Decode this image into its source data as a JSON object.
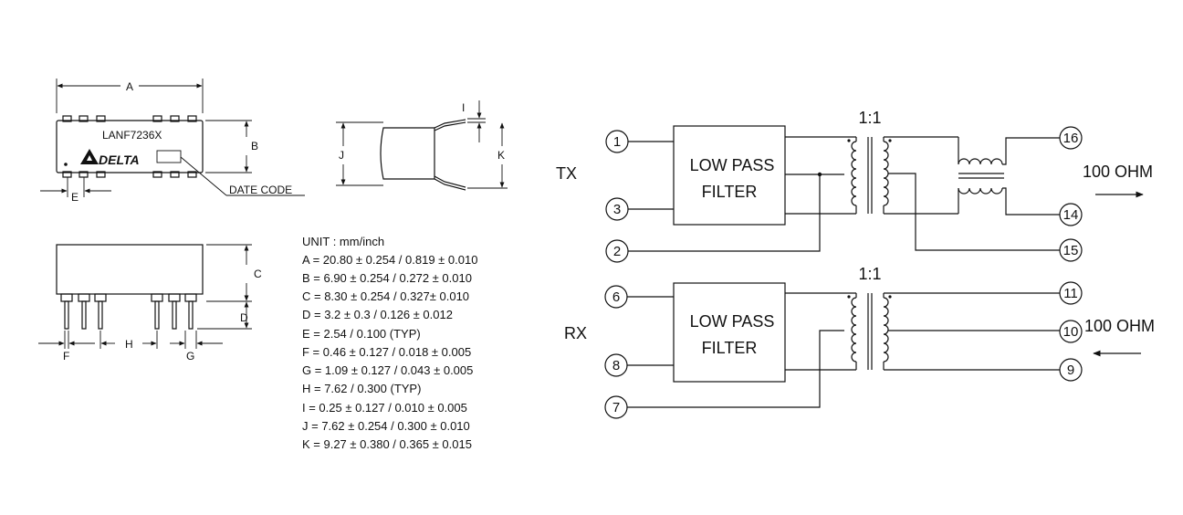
{
  "package": {
    "part_number": "LANF7236X",
    "brand": "DELTA",
    "date_code_label": "DATE CODE",
    "dim_labels": [
      "A",
      "B",
      "C",
      "D",
      "E",
      "F",
      "G",
      "H",
      "I",
      "J",
      "K"
    ]
  },
  "specs": {
    "unit": "UNIT : mm/inch",
    "lines": [
      "A = 20.80 ± 0.254 / 0.819 ± 0.010",
      "B = 6.90 ± 0.254 / 0.272 ± 0.010",
      "C = 8.30 ± 0.254 / 0.327± 0.010",
      "D = 3.2 ± 0.3 / 0.126 ± 0.012",
      "E = 2.54  / 0.100 (TYP)",
      "F = 0.46 ± 0.127 / 0.018 ± 0.005",
      "G = 1.09 ± 0.127 / 0.043 ± 0.005",
      "H = 7.62 / 0.300 (TYP)",
      "I = 0.25 ± 0.127 / 0.010 ± 0.005",
      "J = 7.62 ± 0.254 / 0.300 ± 0.010",
      "K = 9.27 ± 0.380 / 0.365 ± 0.015"
    ]
  },
  "schematic": {
    "tx": {
      "label": "TX",
      "filter": [
        "LOW PASS",
        "FILTER"
      ],
      "ratio": "1:1",
      "impedance": "100 OHM",
      "pins": [
        "1",
        "3",
        "2",
        "16",
        "14",
        "15"
      ]
    },
    "rx": {
      "label": "RX",
      "filter": [
        "LOW PASS",
        "FILTER"
      ],
      "ratio": "1:1",
      "impedance": "100 OHM",
      "pins": [
        "6",
        "8",
        "7",
        "11",
        "10",
        "9"
      ]
    }
  }
}
